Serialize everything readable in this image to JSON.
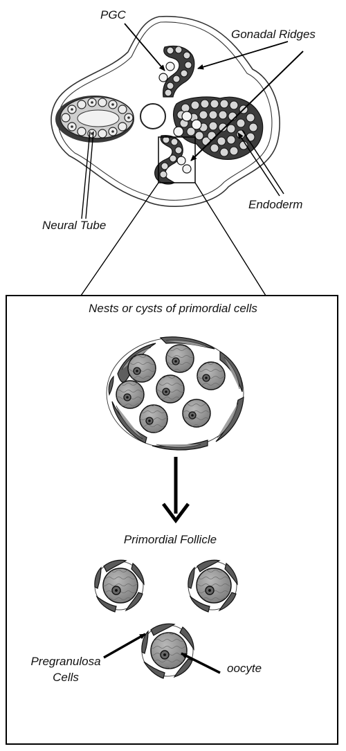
{
  "labels": {
    "pgc": "PGC",
    "gonadal_ridges": "Gonadal Ridges",
    "endoderm": "Endoderm",
    "neural_tube": "Neural Tube",
    "nests_title": "Nests or cysts of primordial cells",
    "primordial_follicle": "Primordial Follicle",
    "pregranulosa_line1": "Pregranulosa",
    "pregranulosa_line2": "Cells",
    "oocyte": "oocyte"
  }
}
